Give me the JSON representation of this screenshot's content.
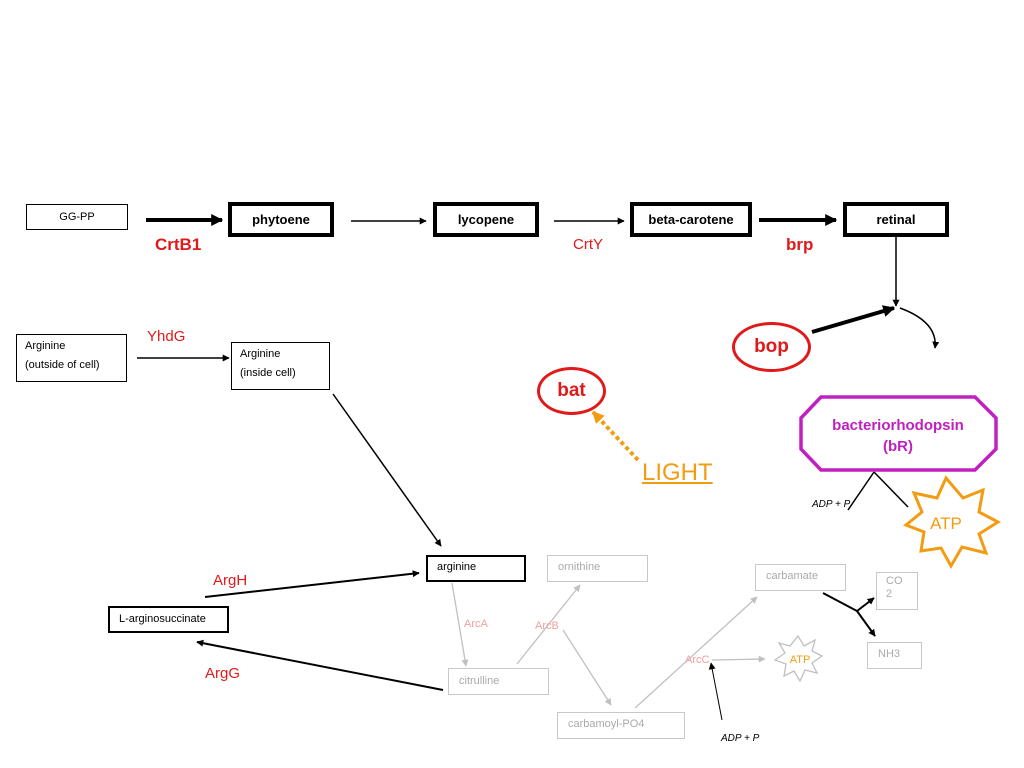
{
  "nodes": {
    "ggpp": "GG-PP",
    "phytoene": "phytoene",
    "lycopene": "lycopene",
    "beta_carotene": "beta-carotene",
    "retinal": "retinal",
    "arginine_outside_line1": "Arginine",
    "arginine_outside_line2": "(outside of cell)",
    "arginine_inside_line1": "Arginine",
    "arginine_inside_line2": "(inside cell)",
    "arginine": "arginine",
    "l_arginosuccinate": "L-arginosuccinate",
    "ornithine": "ornithine",
    "citrulline": "citrulline",
    "carbamoyl_po4": "carbamoyl-PO4",
    "carbamate": "carbamate",
    "co2_line1": "CO",
    "co2_line2": "2",
    "nh3": "NH3",
    "bacteriorhodopsin_line1": "bacteriorhodopsin",
    "bacteriorhodopsin_line2": "(bR)"
  },
  "enzymes": {
    "crtb1": "CrtB1",
    "crty": "CrtY",
    "brp": "brp",
    "yhdg": "YhdG",
    "argh": "ArgH",
    "argg": "ArgG",
    "arca": "ArcA",
    "arcb": "ArcB",
    "arcc": "ArcC"
  },
  "regulators": {
    "bop": "bop",
    "bat": "bat",
    "light": "LIGHT"
  },
  "cofactors": {
    "adp_p_top": "ADP + P",
    "adp_p_bottom": "ADP + P",
    "atp_large": "ATP",
    "atp_small": "ATP"
  },
  "colors": {
    "black": "#000000",
    "red": "#e01a1a",
    "faint_gray": "#c8c8c8",
    "pale_red": "#f0a0a0",
    "magenta": "#c020c0",
    "orange": "#f39c12"
  }
}
